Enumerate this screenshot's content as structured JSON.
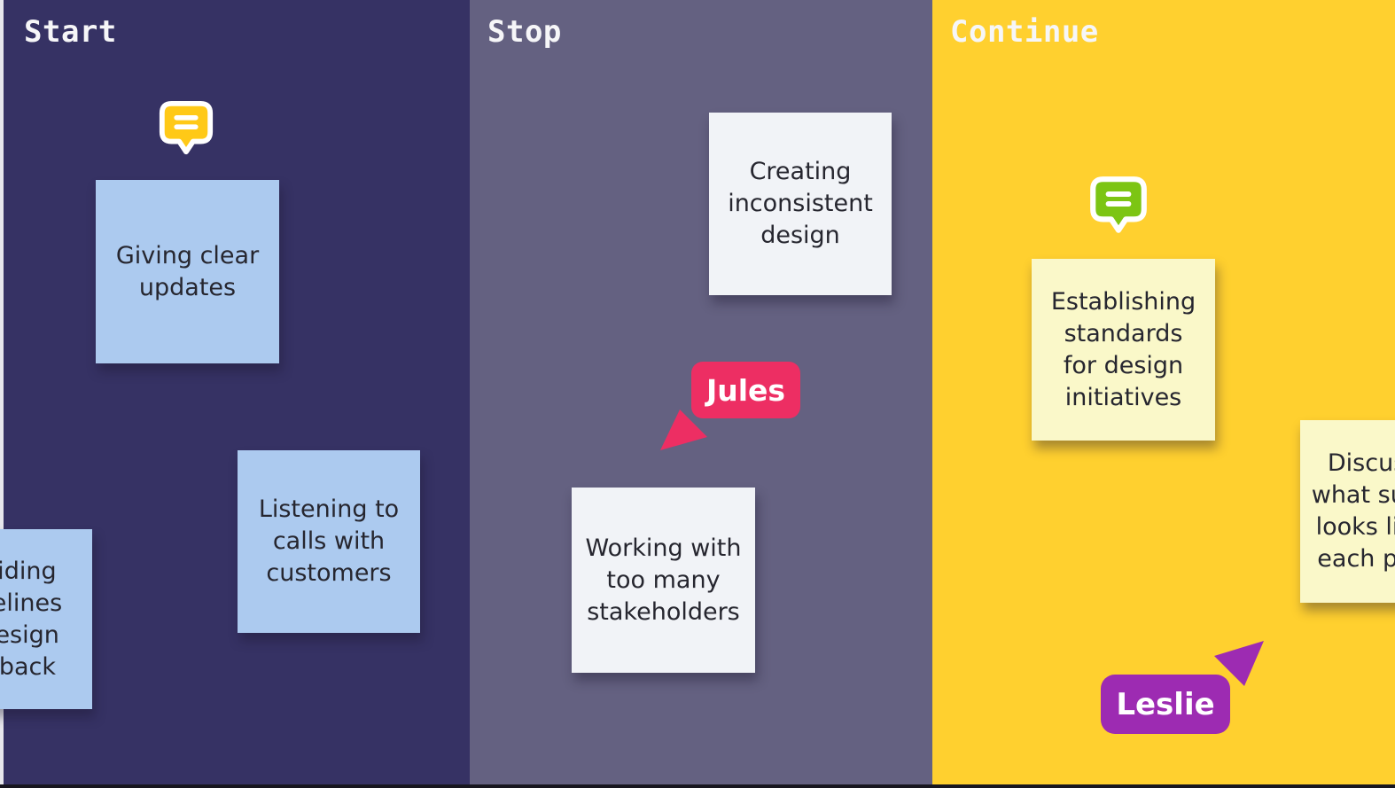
{
  "board": {
    "edge_left_color": "#e7e7ec",
    "edge_bottom_color": "#17161f",
    "title_text_color": "#f6f6f8",
    "note_text_color": "#26262f"
  },
  "columns": [
    {
      "title": "Start",
      "bg": "#363264",
      "comment_icon": {
        "icon": "comment-bubble-icon",
        "color": "#FFC917"
      },
      "notes": [
        {
          "text": "Giving clear\nupdates",
          "color": "#ACCAEF"
        },
        {
          "text": "Listening to\ncalls with\ncustomers",
          "color": "#ACCAEF"
        },
        {
          "text": "Providing\nguidelines\non design\nfeedback",
          "color": "#ACCAEF"
        }
      ]
    },
    {
      "title": "Stop",
      "bg": "#646181",
      "notes": [
        {
          "text": "Creating\ninconsistent\ndesign",
          "color": "#F1F3F7"
        },
        {
          "text": "Working with\ntoo many\nstakeholders",
          "color": "#F1F3F7"
        }
      ],
      "cursor": {
        "name": "Jules",
        "color": "#ED2E63"
      }
    },
    {
      "title": "Continue",
      "bg": "#FFD02F",
      "comment_icon": {
        "icon": "comment-bubble-icon",
        "color": "#7CC513"
      },
      "notes": [
        {
          "text": "Establishing\nstandards\nfor design\ninitiatives",
          "color": "#FAF8C9"
        },
        {
          "text": "Discussing\nwhat success\nlooks like for\neach project",
          "color": "#FAF8C9"
        }
      ],
      "cursor": {
        "name": "Leslie",
        "color": "#9D2BB2"
      }
    }
  ]
}
